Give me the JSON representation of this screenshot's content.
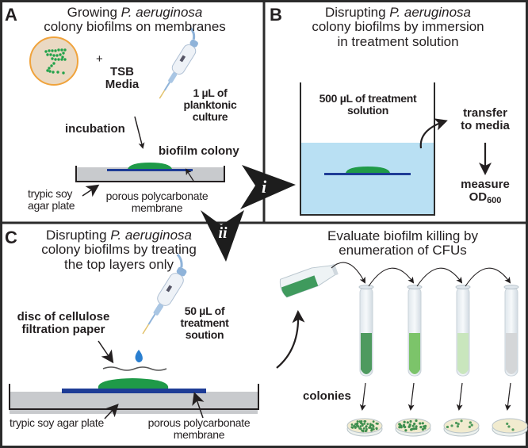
{
  "panels": {
    "A": {
      "letter": "A",
      "title_line1_pre": "Growing ",
      "title_line1_italic": "P. aeruginosa",
      "title_line2": "colony biofilms on membranes",
      "plus": "+",
      "media_line1": "TSB",
      "media_line2": "Media",
      "pipette_line1": "1 µL of",
      "pipette_line2": "planktonic",
      "pipette_line3": "culture",
      "incubation": "incubation",
      "biofilm_colony": "biofilm colony",
      "agar_line1": "trypic soy",
      "agar_line2": "agar plate",
      "membrane_line1": "porous polycarbonate",
      "membrane_line2": "membrane"
    },
    "B": {
      "letter": "B",
      "title_line1_pre": "Disrupting ",
      "title_line1_italic": "P. aeruginosa",
      "title_line2": "colony biofilms by immersion",
      "title_line3": "in treatment solution",
      "solution_line1": "500 µL of treatment",
      "solution_line2": "solution",
      "transfer_line1": "transfer",
      "transfer_line2": "to media",
      "measure": "measure",
      "od_main": "OD",
      "od_sub": "600"
    },
    "C": {
      "letter": "C",
      "title_line1_pre": "Disrupting ",
      "title_line1_italic": "P. aeruginosa",
      "title_line2": "colony biofilms by treating",
      "title_line3": "the top layers only",
      "disc_line1": "disc of cellulose",
      "disc_line2": "filtration paper",
      "pipette_line1": "50 µL of",
      "pipette_line2": "treatment",
      "pipette_line3": "soution",
      "agar": "trypic soy agar plate",
      "membrane_line1": "porous polycarbonate",
      "membrane_line2": "membrane"
    },
    "D": {
      "title_line1": "Evaluate biofilm killing by",
      "title_line2": "enumeration of CFUs",
      "colonies": "colonies",
      "tube_colors": [
        "#4e9a5f",
        "#7cc46a",
        "#c9e6bd",
        "#d4d6d8"
      ],
      "plate_colony_density": [
        "high",
        "medium",
        "low",
        "very-low"
      ]
    }
  },
  "flow_arrows": {
    "i": "i",
    "ii": "ii"
  },
  "colors": {
    "frame": "#2b2b2b",
    "biofilm": "#1f9a48",
    "membrane": "#1e3c96",
    "agar": "#c8cacd",
    "solution": "#b9e0f3",
    "petri_fill": "#e8dcc8",
    "petri_rim": "#f0a33c"
  }
}
